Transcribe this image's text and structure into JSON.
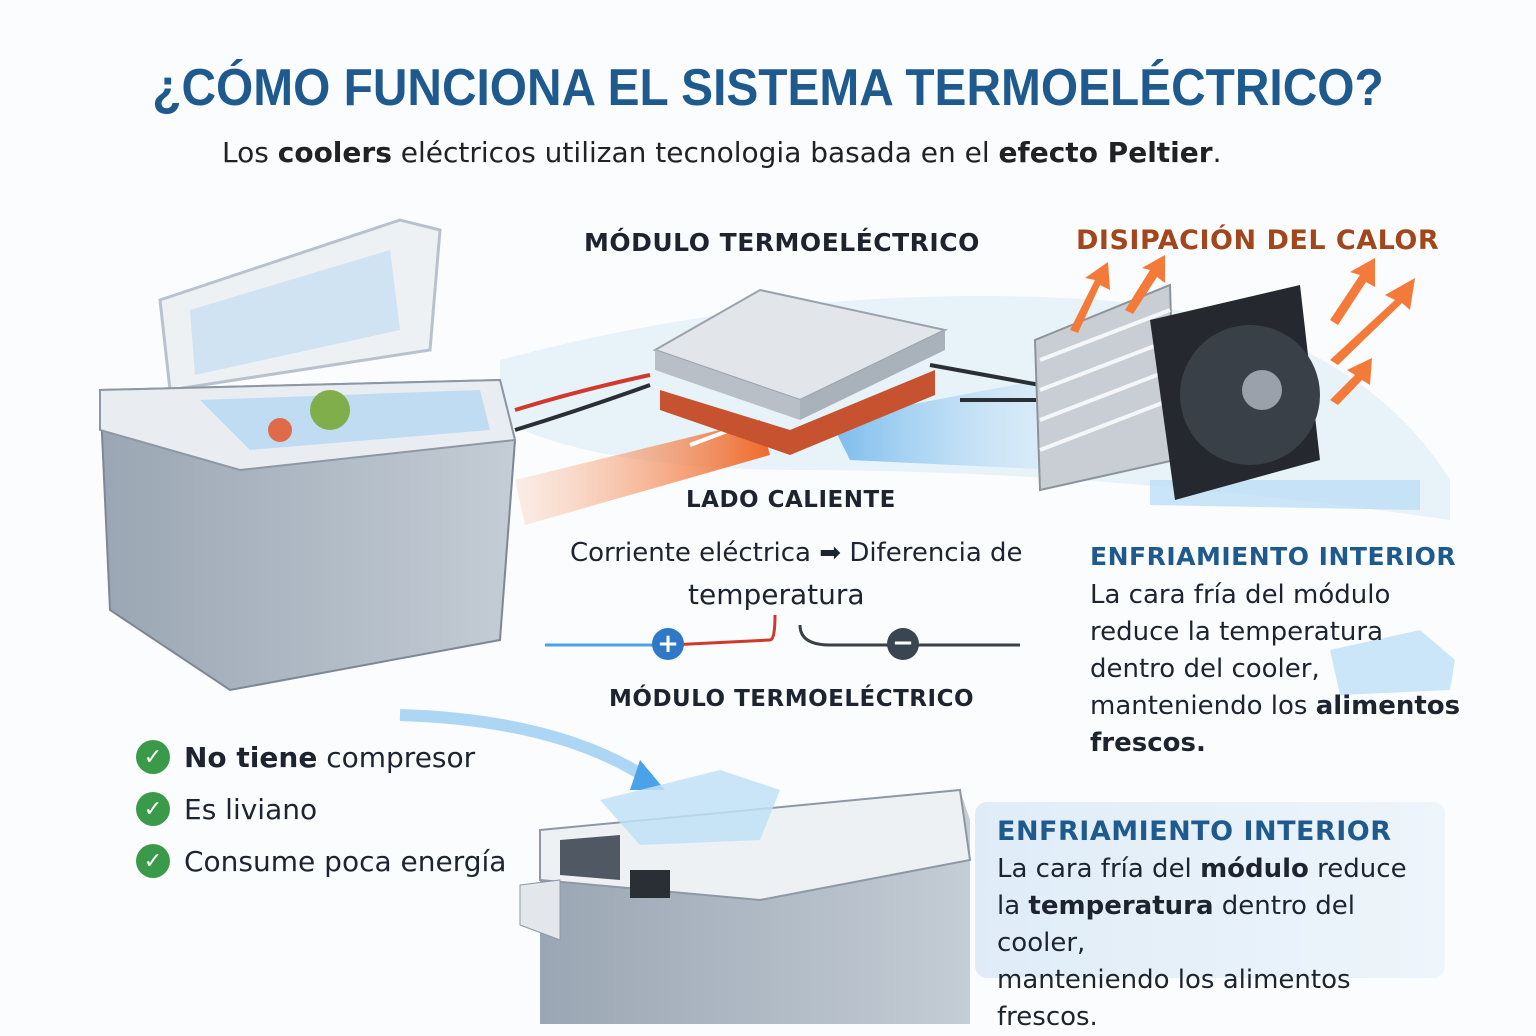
{
  "title": "¿CÓMO FUNCIONA EL SISTEMA TERMOELÉCTRICO?",
  "subtitle": {
    "part1": "Los ",
    "bold1": "coolers",
    "part2": " eléctricos utilizan tecnologia basada en el ",
    "bold2": "efecto Peltier",
    "part3": "."
  },
  "labels": {
    "module_top": "MÓDULO TERMOELÉCTRICO",
    "heat_dissipation": "DISIPACIÓN DEL CALOR",
    "hot_side": "LADO CALIENTE",
    "current_line1_a": "Corriente eléctrica",
    "current_line1_b": "Diferencia de",
    "current_line2": "temperatura",
    "module_bottom": "MÓDULO TERMOELÉCTRICO",
    "plus": "+",
    "minus": "−"
  },
  "interior_right": {
    "heading": "ENFRIAMIENTO INTERIOR",
    "lines": [
      "La cara fría del módulo",
      "reduce la temperatura",
      "dentro del cooler,",
      "manteniendo los ",
      "alimentos",
      "frescos."
    ]
  },
  "checklist": [
    {
      "icon": "check-icon",
      "bold": "No tiene",
      "text": " compresor"
    },
    {
      "icon": "check-icon",
      "bold": "",
      "text": "Es liviano"
    },
    {
      "icon": "check-icon",
      "bold": "",
      "text": "Consume poca energía"
    }
  ],
  "bottom_box": {
    "heading": "ENFRIAMIENTO INTERIOR",
    "l1a": "La cara fría del ",
    "l1b": "módulo",
    "l1c": " reduce",
    "l2a": "la ",
    "l2b": "temperatura",
    "l2c": " dentro del cooler,",
    "l3": "manteniendo los alimentos frescos."
  },
  "colors": {
    "title": "#1f5a8f",
    "hot": "#f06a2a",
    "cold": "#4aa3e8",
    "brown": "#a2461c",
    "check": "#3a9a4a"
  }
}
